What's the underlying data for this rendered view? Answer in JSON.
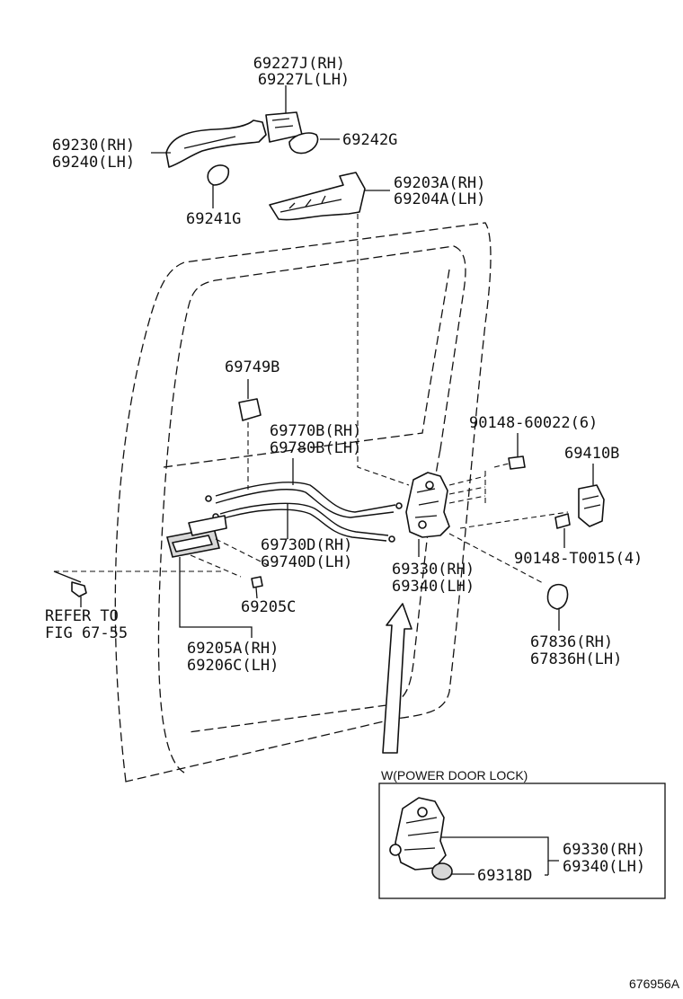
{
  "callouts": {
    "p69227": [
      "69227J(RH)",
      "69227L(LH)"
    ],
    "p69230": [
      "69230(RH)",
      "69240(LH)"
    ],
    "p69242": [
      "69242G"
    ],
    "p69241": [
      "69241G"
    ],
    "p69203": [
      "69203A(RH)",
      "69204A(LH)"
    ],
    "p69749": [
      "69749B"
    ],
    "p69770": [
      "69770B(RH)",
      "69780B(LH)"
    ],
    "p90148a": [
      "90148-60022(6)"
    ],
    "p69410": [
      "69410B"
    ],
    "p69730": [
      "69730D(RH)",
      "69740D(LH)"
    ],
    "p69330": [
      "69330(RH)",
      "69340(LH)"
    ],
    "p90148b": [
      "90148-T0015(4)"
    ],
    "pRefer": [
      "REFER TO",
      "FIG 67-55"
    ],
    "p69205c": [
      "69205C"
    ],
    "p67836": [
      "67836(RH)",
      "67836H(LH)"
    ],
    "p69205a": [
      "69205A(RH)",
      "69206C(LH)"
    ]
  },
  "inset": {
    "title": "W(POWER DOOR LOCK)",
    "p69330": [
      "69330(RH)",
      "69340(LH)"
    ],
    "p69318": [
      "69318D"
    ]
  },
  "figure_id": "676956A"
}
